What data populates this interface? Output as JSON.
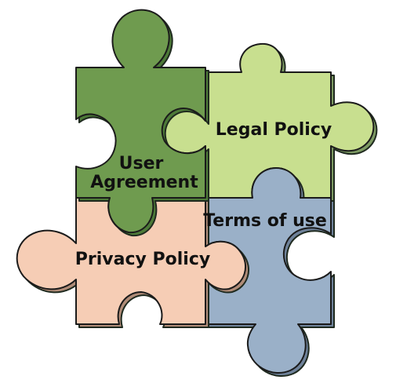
{
  "diagram": {
    "pieces": [
      {
        "id": "user-agreement",
        "lines": [
          "User",
          "Agreement"
        ],
        "fill": "#6f9b4f",
        "shadow": "#4d7a38"
      },
      {
        "id": "legal-policy",
        "lines": [
          "Legal Policy"
        ],
        "fill": "#c8df8f",
        "shadow": "#7d9a63"
      },
      {
        "id": "privacy-policy",
        "lines": [
          "Privacy Policy"
        ],
        "fill": "#f6cdb5",
        "shadow": "#b08c78"
      },
      {
        "id": "terms-of-use",
        "lines": [
          "Terms of use"
        ],
        "fill": "#9ab0c8",
        "shadow": "#6f829a"
      }
    ]
  }
}
